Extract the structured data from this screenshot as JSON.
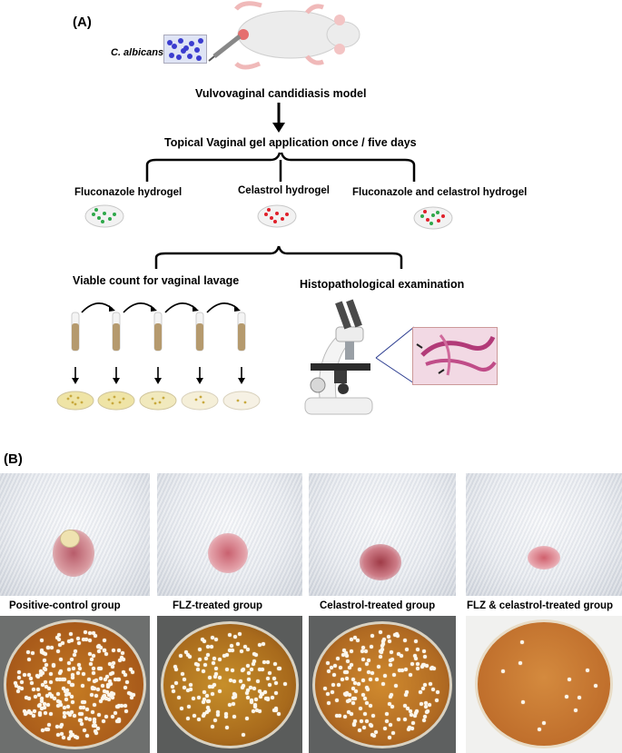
{
  "panel_a": {
    "label": "(A)",
    "organism": "C. albicans",
    "model_title": "Vulvovaginal candidiasis model",
    "application": "Topical Vaginal gel application once / five days",
    "gels": [
      {
        "label": "Fluconazole hydrogel",
        "dots": "#2ea84a"
      },
      {
        "label": "Celastrol  hydrogel",
        "dots": "#e0202a"
      },
      {
        "label": "Fluconazole and celastrol hydrogel",
        "dots": "#2ea84a|#e0202a"
      }
    ],
    "viable_count": "Viable count for vaginal lavage",
    "histo": "Histopathological examination"
  },
  "panel_b": {
    "label": "(B)",
    "groups": [
      {
        "label": "Positive-control group"
      },
      {
        "label": "FLZ-treated group"
      },
      {
        "label": "Celastrol-treated group"
      },
      {
        "label": "FLZ & celastrol-treated group"
      }
    ]
  }
}
